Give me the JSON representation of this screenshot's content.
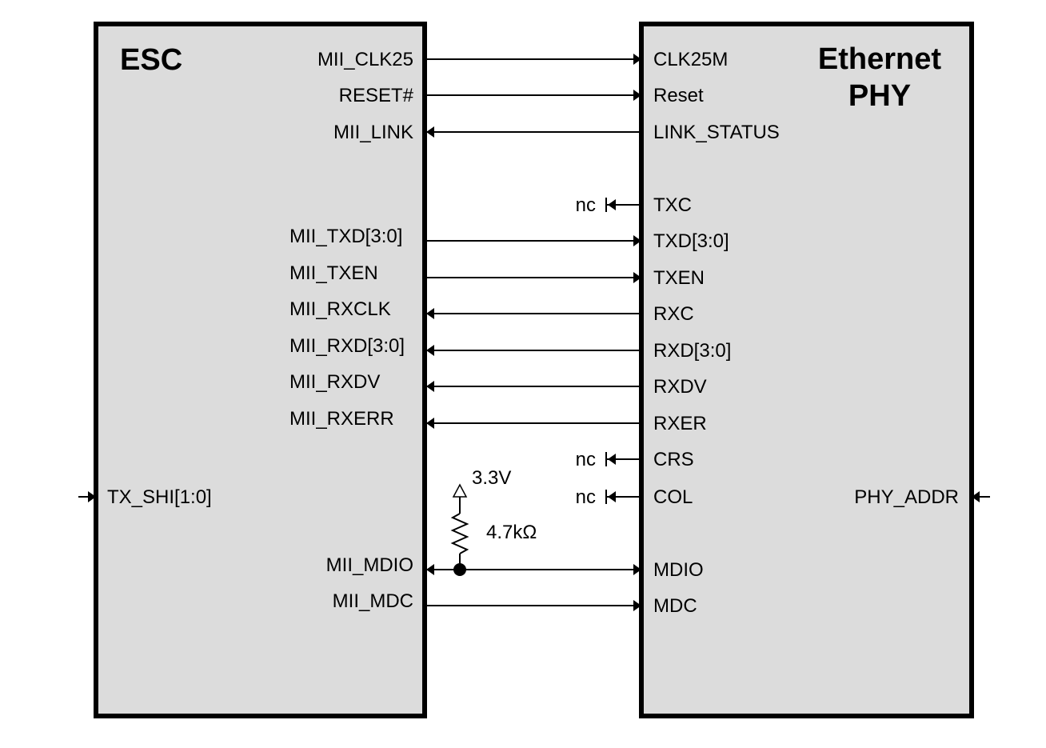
{
  "esc": {
    "title": "ESC",
    "tx_shi": "TX_SHI[1:0]"
  },
  "phy": {
    "title_line1": "Ethernet",
    "title_line2": "PHY",
    "phy_addr": "PHY_ADDR"
  },
  "signals": [
    {
      "esc": "MII_CLK25",
      "phy": "CLK25M",
      "dir": "esc-to-phy"
    },
    {
      "esc": "RESET#",
      "phy": "Reset",
      "dir": "esc-to-phy"
    },
    {
      "esc": "MII_LINK",
      "phy": "LINK_STATUS",
      "dir": "phy-to-esc"
    },
    {
      "esc": "",
      "phy": "TXC",
      "dir": "phy-to-nc"
    },
    {
      "esc": "MII_TXD[3:0]",
      "phy": "TXD[3:0]",
      "dir": "esc-to-phy"
    },
    {
      "esc": "MII_TXEN",
      "phy": "TXEN",
      "dir": "esc-to-phy"
    },
    {
      "esc": "MII_RXCLK",
      "phy": "RXC",
      "dir": "phy-to-esc"
    },
    {
      "esc": "MII_RXD[3:0]",
      "phy": "RXD[3:0]",
      "dir": "phy-to-esc"
    },
    {
      "esc": "MII_RXDV",
      "phy": "RXDV",
      "dir": "phy-to-esc"
    },
    {
      "esc": "MII_RXERR",
      "phy": "RXER",
      "dir": "phy-to-esc"
    },
    {
      "esc": "",
      "phy": "CRS",
      "dir": "phy-to-nc"
    },
    {
      "esc": "",
      "phy": "COL",
      "dir": "phy-to-nc"
    },
    {
      "esc": "MII_MDIO",
      "phy": "MDIO",
      "dir": "bidirectional"
    },
    {
      "esc": "MII_MDC",
      "phy": "MDC",
      "dir": "esc-to-phy"
    }
  ],
  "nc_label": "nc",
  "pullup": {
    "voltage": "3.3V",
    "resistor": "4.7kΩ"
  }
}
